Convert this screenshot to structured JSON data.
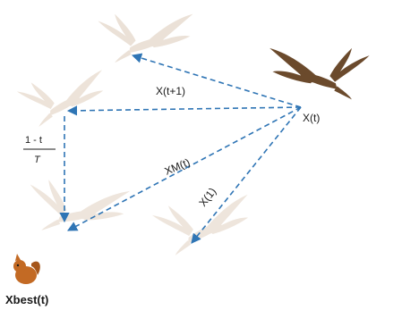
{
  "diagram": {
    "labels": {
      "x_t": "X(t)",
      "x_t1": "X(t+1)",
      "x_m": "XM(t)",
      "x_1": "X(1)",
      "frac_num": "1 - t",
      "frac_den": "T",
      "x_best": "Xbest(t)"
    },
    "icons": {
      "eagle_current": "hawk-icon",
      "eagle_ghost_top": "hawk-icon",
      "eagle_ghost_mid": "hawk-icon",
      "eagle_ghost_bottom": "hawk-icon",
      "eagle_ghost_right": "hawk-icon",
      "prey": "rabbit-icon"
    },
    "colors": {
      "arrow": "#2f75b5",
      "eagle": "#6b4a2c",
      "eagle_ghost": "#e7dbcf",
      "prey": "#c36a24",
      "background": "#ffffff"
    }
  }
}
